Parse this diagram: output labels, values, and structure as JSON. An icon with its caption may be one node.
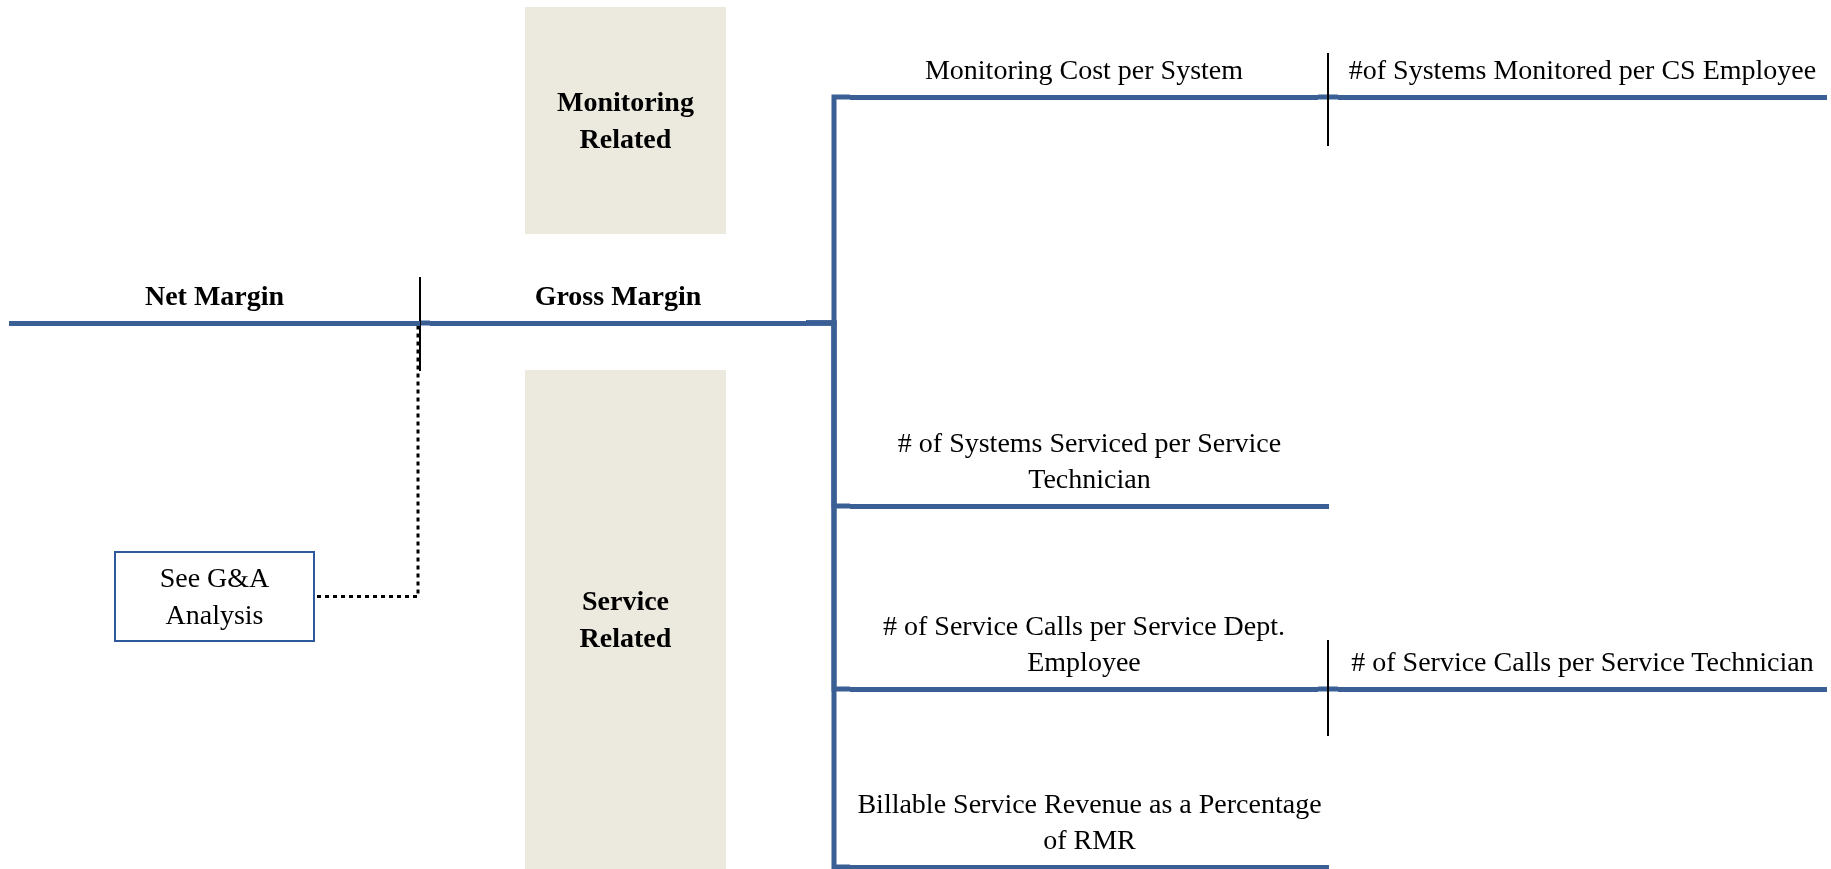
{
  "diagram": {
    "nodes": [
      {
        "text": [
          "Net Margin"
        ]
      },
      {
        "text": [
          "Gross Margin"
        ]
      },
      {
        "text": [
          "Monitoring Related"
        ]
      },
      {
        "text": [
          "Service Related"
        ]
      },
      {
        "text": [
          "Monitoring Cost per System"
        ]
      },
      {
        "text": [
          "#of Systems Monitored per CS Employee"
        ]
      },
      {
        "text": [
          "# of Systems Serviced per Service Technician"
        ]
      },
      {
        "text": [
          "# of Service Calls per Service Dept. Employee"
        ]
      },
      {
        "text": [
          "# of Service Calls per Service Technician"
        ]
      },
      {
        "text": [
          "Billable Service Revenue as a Percentage of RMR"
        ]
      },
      {
        "text": [
          "See G&A Analysis"
        ]
      }
    ],
    "edges": [
      {
        "from": 0,
        "to": 1,
        "arrow": "none"
      },
      {
        "from": 1,
        "to": 4,
        "arrow": "none"
      },
      {
        "from": 1,
        "to": 6,
        "arrow": "none"
      },
      {
        "from": 1,
        "to": 7,
        "arrow": "none"
      },
      {
        "from": 1,
        "to": 9,
        "arrow": "none"
      },
      {
        "from": 4,
        "to": 5,
        "arrow": "none"
      },
      {
        "from": 7,
        "to": 8,
        "arrow": "none"
      },
      {
        "from": 0,
        "to": 10,
        "arrow": "none",
        "style": "dashed",
        "color": "#000000"
      }
    ]
  }
}
